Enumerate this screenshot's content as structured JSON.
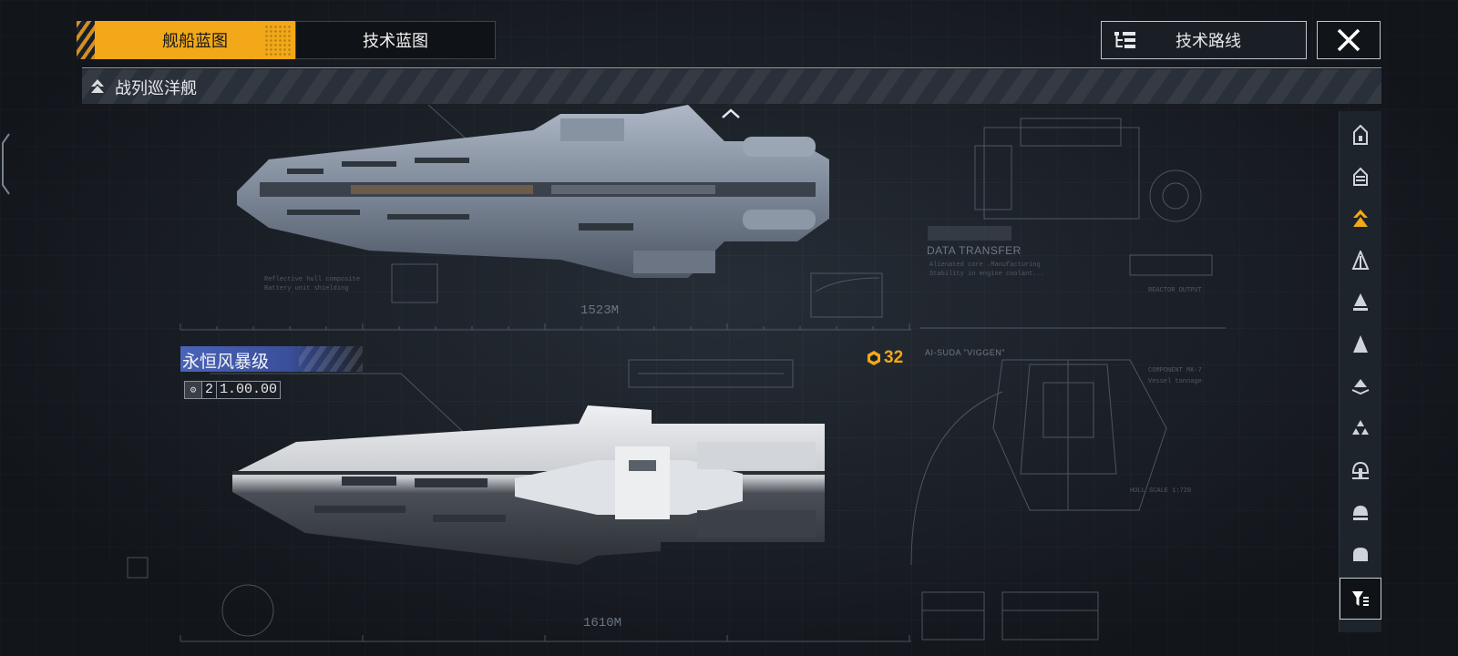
{
  "tabs": [
    {
      "label": "舰船蓝图",
      "active": true
    },
    {
      "label": "技术蓝图",
      "active": false
    }
  ],
  "header": {
    "route_label": "技术路线",
    "close_icon": "close-icon"
  },
  "class_bar": {
    "label": "战列巡洋舰",
    "icon": "battlecruiser-icon"
  },
  "ships": [
    {
      "scale": "1523M"
    },
    {
      "name": "永恒风暴级",
      "tier": "2",
      "cost": "1.00.00",
      "count": "32",
      "scale": "1610M"
    }
  ],
  "blueprint_text": {
    "data_transfer": "DATA TRANSFER",
    "ai_label": "AI-SUDA \"VIGGEN\""
  },
  "sidebar": {
    "items": [
      {
        "icon": "frigate-icon",
        "active": false
      },
      {
        "icon": "destroyer-icon",
        "active": false
      },
      {
        "icon": "battlecruiser-icon",
        "active": true
      },
      {
        "icon": "cruiser-icon",
        "active": false
      },
      {
        "icon": "heavy-cruiser-icon",
        "active": false
      },
      {
        "icon": "battleship-icon",
        "active": false
      },
      {
        "icon": "carrier-icon",
        "active": false
      },
      {
        "icon": "fleet-icon",
        "active": false
      },
      {
        "icon": "station-icon",
        "active": false
      },
      {
        "icon": "dome-icon",
        "active": false
      },
      {
        "icon": "hangar-icon",
        "active": false
      },
      {
        "icon": "filter-icon",
        "active": false
      }
    ]
  },
  "colors": {
    "accent": "#f2a818",
    "background": "#1b2027",
    "name_tag": "#4a63b8"
  }
}
